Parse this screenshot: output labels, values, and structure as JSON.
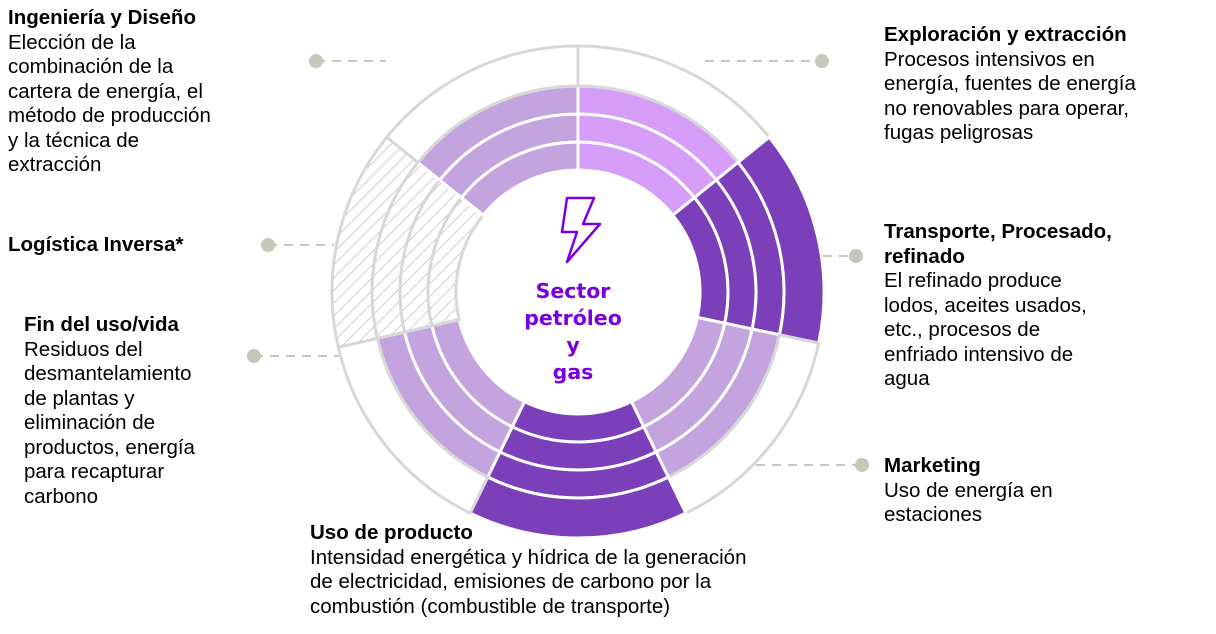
{
  "center": {
    "title": "Sector\npetróleo y\ngas",
    "icon": "lightning-bolt-icon"
  },
  "colors": {
    "accent": "#7a00df",
    "light_pink": "#d79ef9",
    "dark_purple": "#7b3fba",
    "mid_purple": "#c3a4de",
    "grey_line": "#d8d8d8",
    "connector": "#c8c8b8",
    "hatch": "#cfcfcf"
  },
  "stages": [
    {
      "id": "exploracion",
      "title": "Exploración y extracción",
      "description": "Procesos intensivos en\nenergía, fuentes de energía\nno renovables para operar,\nfugas peligrosas",
      "ring_style": "light_pink",
      "filled_rings": 3
    },
    {
      "id": "transporte",
      "title": "Transporte, Procesado,\nrefinado",
      "description": "El refinado produce\nlodos, aceites usados,\netc., procesos de\nenfriado intensivo de\nagua",
      "ring_style": "dark_purple",
      "filled_rings": 4
    },
    {
      "id": "marketing",
      "title": "Marketing",
      "description": "Uso de energía en\nestaciones",
      "ring_style": "mid_purple",
      "filled_rings": 3
    },
    {
      "id": "uso",
      "title": "Uso de producto",
      "description": "Intensidad energética y hídrica de la generación\nde electricidad, emisiones de carbono por la\ncombustión (combustible de transporte)",
      "ring_style": "dark_purple",
      "filled_rings": 4
    },
    {
      "id": "fin",
      "title": "Fin del uso/vida",
      "description": "Residuos del\ndesmantelamiento\nde plantas y\neliminación de\nproductos, energía\npara recapturar\ncarbono",
      "ring_style": "mid_purple",
      "filled_rings": 3
    },
    {
      "id": "logistica",
      "title": "Logística Inversa*",
      "description": "",
      "ring_style": "hatched",
      "filled_rings": 4
    },
    {
      "id": "ingenieria",
      "title": "Ingeniería y Diseño",
      "description": "Elección de la\ncombinación de la\ncartera de energía, el\nmétodo de producción\ny la técnica de\nextracción",
      "ring_style": "mid_purple",
      "filled_rings": 3
    }
  ]
}
